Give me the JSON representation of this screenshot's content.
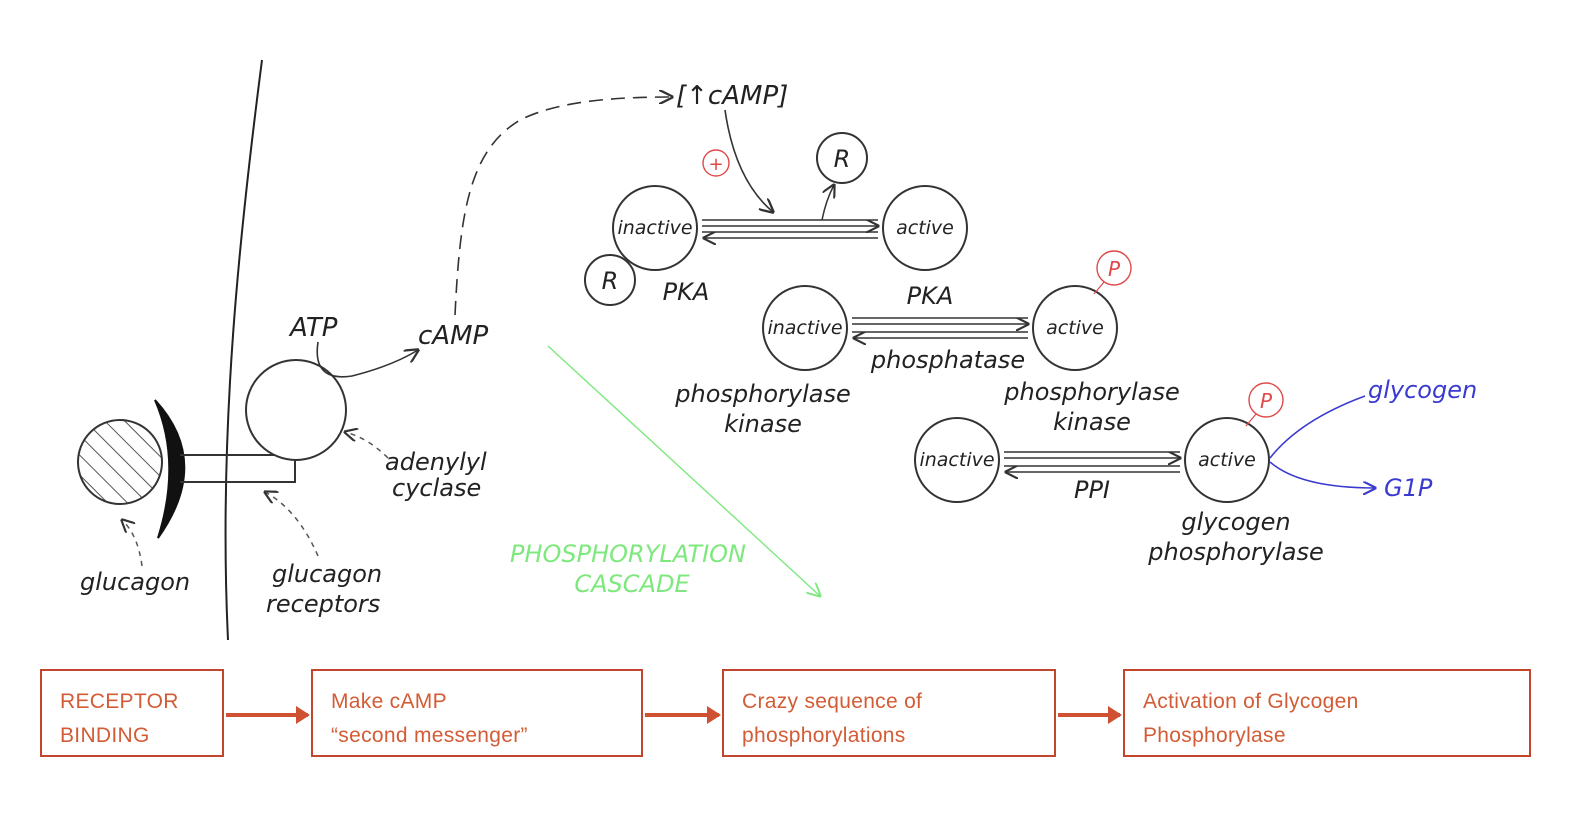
{
  "labels": {
    "camp_up": "[↑cAMP]",
    "plus": "+",
    "r": "R",
    "inactive": "inactive",
    "active": "active",
    "pka": "PKA",
    "p": "P",
    "phosphatase": "phosphatase",
    "phosphorylase": "phosphorylase",
    "kinase": "kinase",
    "ppi": "PPI",
    "glycogen": "glycogen",
    "glycogen_lower": "glycogen",
    "phosphorylase_lower": "phosphorylase",
    "g1p": "G1P",
    "atp": "ATP",
    "camp": "cAMP",
    "adenylyl": "adenylyl",
    "cyclase": "cyclase",
    "glucagon": "glucagon",
    "glucagon_receptors_1": "glucagon",
    "glucagon_receptors_2": "receptors",
    "cascade_1": "PHOSPHORYLATION",
    "cascade_2": "CASCADE"
  },
  "steps": [
    {
      "line1": "RECEPTOR",
      "line2": "BINDING"
    },
    {
      "line1": "Make cAMP",
      "line2": "“second messenger”"
    },
    {
      "line1": "Crazy sequence of",
      "line2": "phosphorylations"
    },
    {
      "line1": "Activation of Glycogen",
      "line2": "Phosphorylase"
    }
  ],
  "colors": {
    "box_border": "#c2452d",
    "box_text": "#d35c36",
    "phospho_p": "#e04848",
    "cascade": "#7ee87e",
    "products": "#3a3ad0"
  }
}
